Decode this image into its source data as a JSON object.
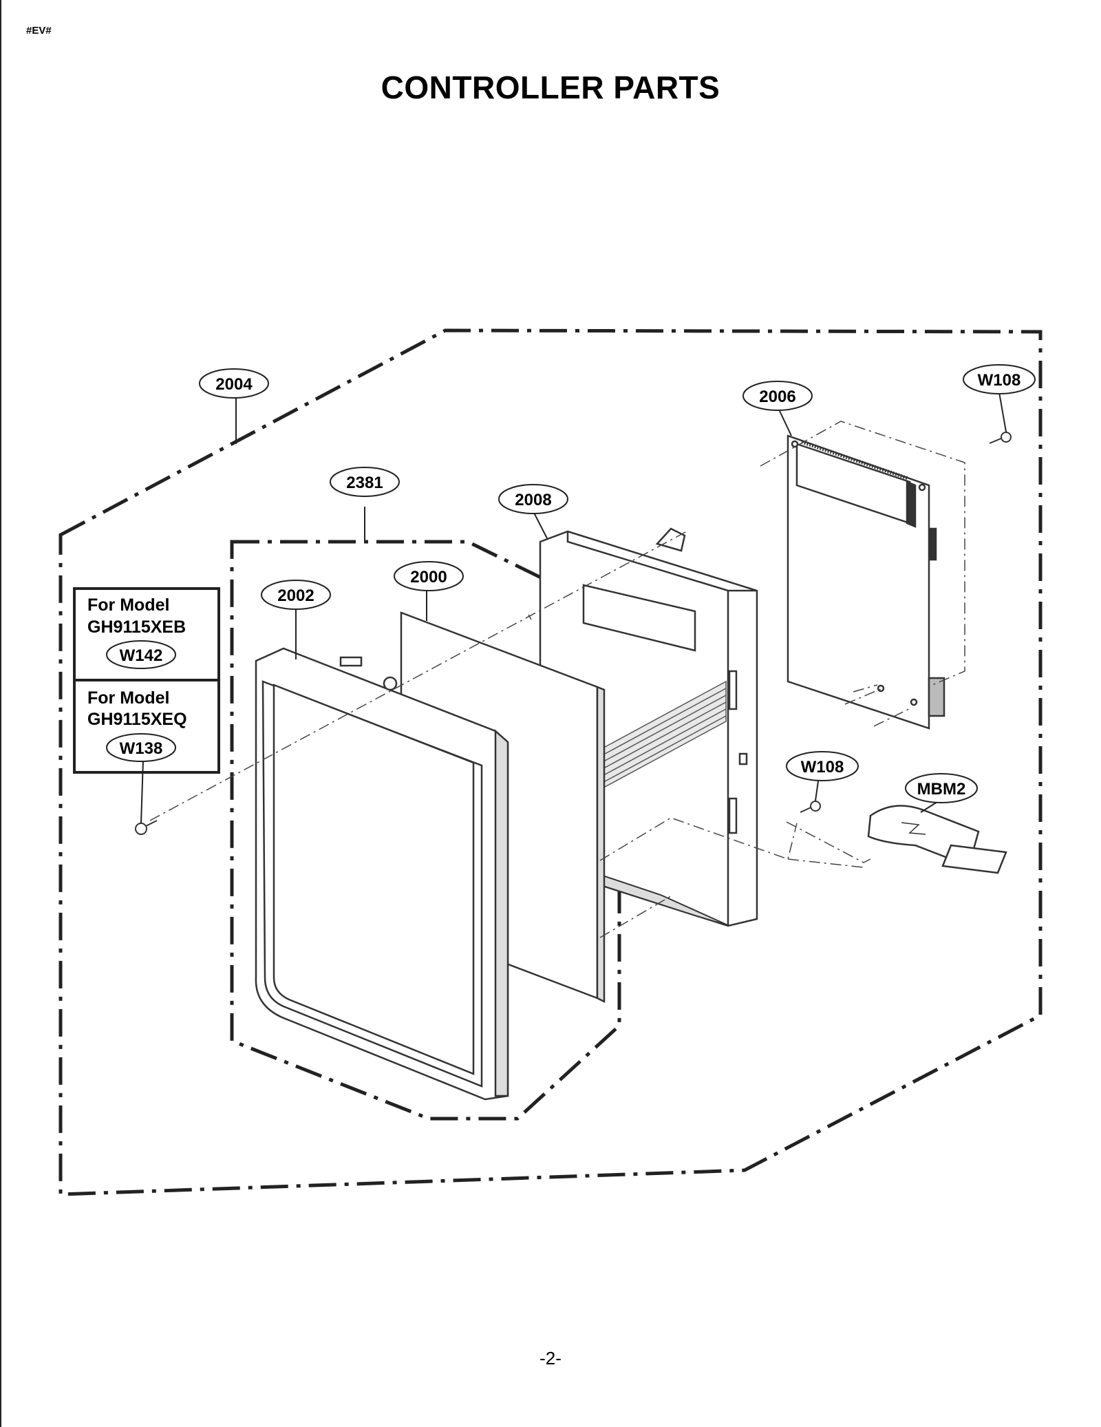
{
  "header": {
    "doc_code": "#EV#",
    "title": "CONTROLLER PARTS"
  },
  "footer": {
    "page_number": "-2-"
  },
  "callouts": {
    "c2004": "2004",
    "c2381": "2381",
    "c2008": "2008",
    "c2000": "2000",
    "c2002": "2002",
    "c2006": "2006",
    "cW108_top": "W108",
    "cW108_mid": "W108",
    "cMBM2": "MBM2"
  },
  "model_box": {
    "model_a": {
      "line1": "For Model",
      "line2": "GH9115XEB",
      "part": "W142"
    },
    "model_b": {
      "line1": "For Model",
      "line2": "GH9115XEQ",
      "part": "W138"
    }
  }
}
